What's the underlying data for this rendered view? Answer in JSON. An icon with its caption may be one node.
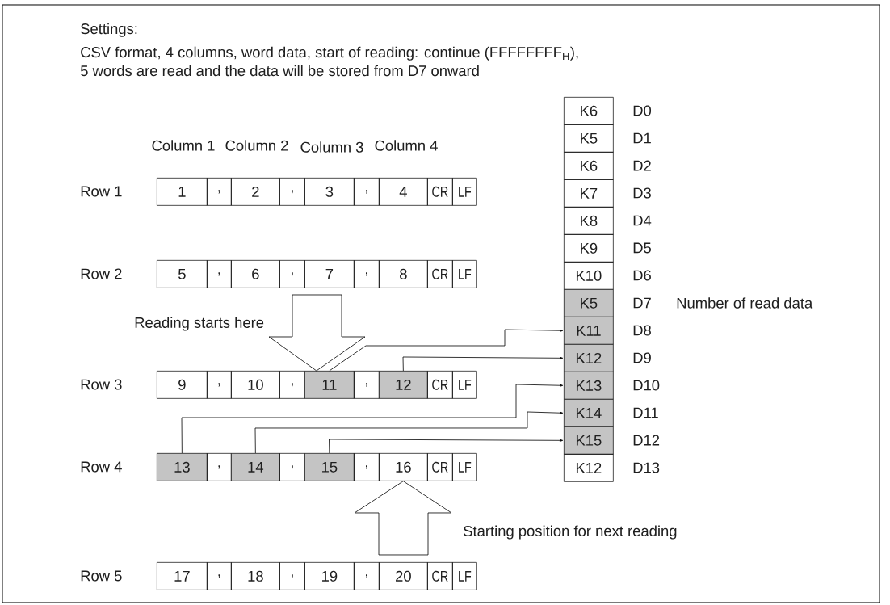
{
  "diagram": {
    "nodes": [
      {
        "text": [
          "1"
        ]
      },
      {
        "text": [
          ","
        ]
      },
      {
        "text": [
          "2"
        ]
      },
      {
        "text": [
          ","
        ]
      },
      {
        "text": [
          "3"
        ]
      },
      {
        "text": [
          ","
        ]
      },
      {
        "text": [
          "4"
        ]
      },
      {
        "text": [
          "CR"
        ]
      },
      {
        "text": [
          "LF"
        ]
      },
      {
        "text": [
          "5"
        ]
      },
      {
        "text": [
          ","
        ]
      },
      {
        "text": [
          "6"
        ]
      },
      {
        "text": [
          ","
        ]
      },
      {
        "text": [
          "7"
        ]
      },
      {
        "text": [
          ","
        ]
      },
      {
        "text": [
          "8"
        ]
      },
      {
        "text": [
          "CR"
        ]
      },
      {
        "text": [
          "LF"
        ]
      },
      {
        "text": [
          "9"
        ]
      },
      {
        "text": [
          ","
        ]
      },
      {
        "text": [
          "10"
        ]
      },
      {
        "text": [
          ","
        ]
      },
      {
        "text": [
          "11"
        ]
      },
      {
        "text": [
          ","
        ]
      },
      {
        "text": [
          "12"
        ]
      },
      {
        "text": [
          "CR"
        ]
      },
      {
        "text": [
          "LF"
        ]
      },
      {
        "text": [
          "13"
        ]
      },
      {
        "text": [
          ","
        ]
      },
      {
        "text": [
          "14"
        ]
      },
      {
        "text": [
          ","
        ]
      },
      {
        "text": [
          "15"
        ]
      },
      {
        "text": [
          ","
        ]
      },
      {
        "text": [
          "16"
        ]
      },
      {
        "text": [
          "CR"
        ]
      },
      {
        "text": [
          "LF"
        ]
      },
      {
        "text": [
          "17"
        ]
      },
      {
        "text": [
          ","
        ]
      },
      {
        "text": [
          "18"
        ]
      },
      {
        "text": [
          ","
        ]
      },
      {
        "text": [
          "19"
        ]
      },
      {
        "text": [
          ","
        ]
      },
      {
        "text": [
          "20"
        ]
      },
      {
        "text": [
          "CR"
        ]
      },
      {
        "text": [
          "LF"
        ]
      },
      {
        "text": [
          "K6"
        ],
        "beside": [
          "D0"
        ]
      },
      {
        "text": [
          "K5"
        ],
        "beside": [
          "D1"
        ]
      },
      {
        "text": [
          "K6"
        ],
        "beside": [
          "D2"
        ]
      },
      {
        "text": [
          "K7"
        ],
        "beside": [
          "D3"
        ]
      },
      {
        "text": [
          "K8"
        ],
        "beside": [
          "D4"
        ]
      },
      {
        "text": [
          "K9"
        ],
        "beside": [
          "D5"
        ]
      },
      {
        "text": [
          "K10"
        ],
        "beside": [
          "D6"
        ]
      },
      {
        "text": [
          "K5"
        ],
        "beside": [
          "D7",
          "Number of read data"
        ]
      },
      {
        "text": [
          "K11"
        ],
        "beside": [
          "D8"
        ]
      },
      {
        "text": [
          "K12"
        ],
        "beside": [
          "D9"
        ]
      },
      {
        "text": [
          "K13"
        ],
        "beside": [
          "D10"
        ]
      },
      {
        "text": [
          "K14"
        ],
        "beside": [
          "D11"
        ]
      },
      {
        "text": [
          "K15"
        ],
        "beside": [
          "D12"
        ]
      },
      {
        "text": [
          "K12"
        ],
        "beside": [
          "D13"
        ]
      }
    ],
    "edges": [
      {
        "from": null,
        "to": 22,
        "arrow": "to",
        "label": "Reading starts here"
      },
      {
        "from": null,
        "to": 33,
        "arrow": "to",
        "label": "Starting position for next reading"
      },
      {
        "from": 22,
        "to": 53,
        "arrow": "to"
      },
      {
        "from": 24,
        "to": 54,
        "arrow": "to"
      },
      {
        "from": 27,
        "to": 55,
        "arrow": "to"
      },
      {
        "from": 29,
        "to": 56,
        "arrow": "to"
      },
      {
        "from": 31,
        "to": 57,
        "arrow": "to"
      }
    ],
    "labels": [
      "Settings:",
      "CSV format, 4 columns, word data, start of reading: continue (FFFFFFFF$_{H}$),",
      "5 words are read and the data will be stored from D7 onward",
      "Column 1",
      "Column 2",
      "Column 3",
      "Column 4",
      "Row 1",
      "Row 2",
      "Row 3",
      "Row 4",
      "Row 5"
    ]
  }
}
